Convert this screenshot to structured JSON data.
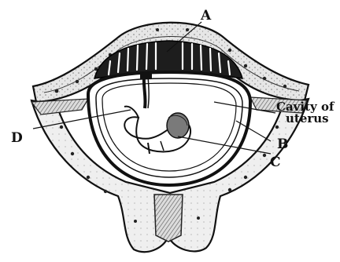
{
  "labels": {
    "a": "A",
    "b": "B",
    "c": "C",
    "d": "D",
    "cavity_line1": "Cavity of",
    "cavity_line2": "uterus"
  }
}
